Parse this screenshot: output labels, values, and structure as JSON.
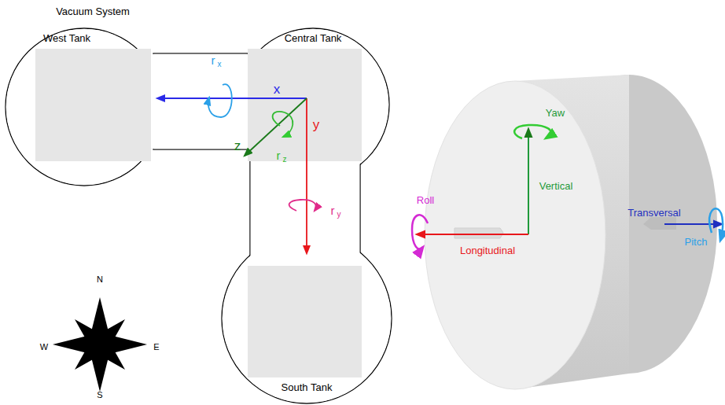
{
  "diagram": {
    "title": "Vacuum System",
    "nodes": [
      {
        "text": [
          "West Tank"
        ]
      },
      {
        "text": [
          "Central Tank"
        ]
      },
      {
        "text": [
          "South Tank"
        ]
      }
    ],
    "labels": [
      "x",
      "y",
      "z",
      "r",
      "x",
      "r",
      "z",
      "r",
      "y",
      "N",
      "E",
      "S",
      "W",
      "Yaw",
      "Vertical",
      "Roll",
      "Longitudinal",
      "Transversal",
      "Pitch"
    ]
  }
}
